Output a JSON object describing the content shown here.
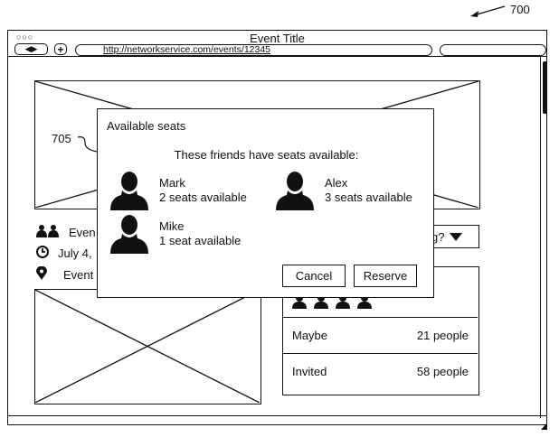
{
  "figure": {
    "ref_number": "700",
    "dialog_ref": "705"
  },
  "window": {
    "title": "Event Title",
    "traffic_lights": "○○○",
    "back_forward": "◀▶",
    "new_tab": "+",
    "url": "http://networkservice.com/events/12345"
  },
  "event": {
    "attendees_text": "Even",
    "date_text": "July 4,",
    "location_text": "Event",
    "rsvp_value": "g?"
  },
  "attendance_panel": {
    "rows": [
      {
        "label": "Maybe",
        "count": "21 people"
      },
      {
        "label": "Invited",
        "count": "58 people"
      }
    ]
  },
  "dialog": {
    "title": "Available seats",
    "subtitle": "These friends have seats available:",
    "friends": [
      {
        "name": "Mark",
        "seats": "2 seats available"
      },
      {
        "name": "Alex",
        "seats": "3 seats available"
      },
      {
        "name": "Mike",
        "seats": "1 seat available"
      }
    ],
    "cancel_label": "Cancel",
    "reserve_label": "Reserve"
  },
  "icons": {
    "people": "people-icon",
    "clock": "clock-icon",
    "location": "location-pin-icon",
    "dropdown": "caret-down-icon",
    "avatar": "person-silhouette-icon"
  }
}
